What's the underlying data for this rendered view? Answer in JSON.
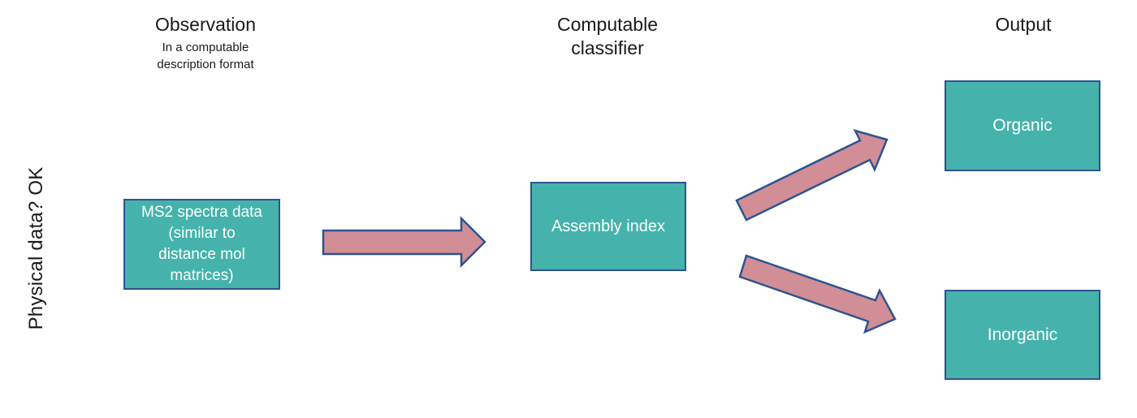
{
  "diagram": {
    "side_label": "Physical data? OK",
    "columns": [
      {
        "title": "Observation",
        "subtitle": "In a computable\ndescription format"
      },
      {
        "title": "Computable\nclassifier",
        "subtitle": ""
      },
      {
        "title": "Output",
        "subtitle": ""
      }
    ],
    "nodes": [
      {
        "id": "ms2",
        "label": "MS2 spectra data\n(similar to\ndistance mol\nmatrices)"
      },
      {
        "id": "assembly-index",
        "label": "Assembly index"
      },
      {
        "id": "organic",
        "label": "Organic"
      },
      {
        "id": "inorganic",
        "label": "Inorganic"
      }
    ],
    "arrows": [
      {
        "from": "ms2",
        "to": "assembly-index"
      },
      {
        "from": "assembly-index",
        "to": "organic"
      },
      {
        "from": "assembly-index",
        "to": "inorganic"
      }
    ],
    "colors": {
      "node_fill": "#45b3ab",
      "node_border": "#2e5391",
      "node_text": "#ffffff",
      "arrow_fill": "#d18e96",
      "arrow_border": "#2e5391",
      "heading_text": "#1a1a1a",
      "background": "#ffffff"
    }
  }
}
